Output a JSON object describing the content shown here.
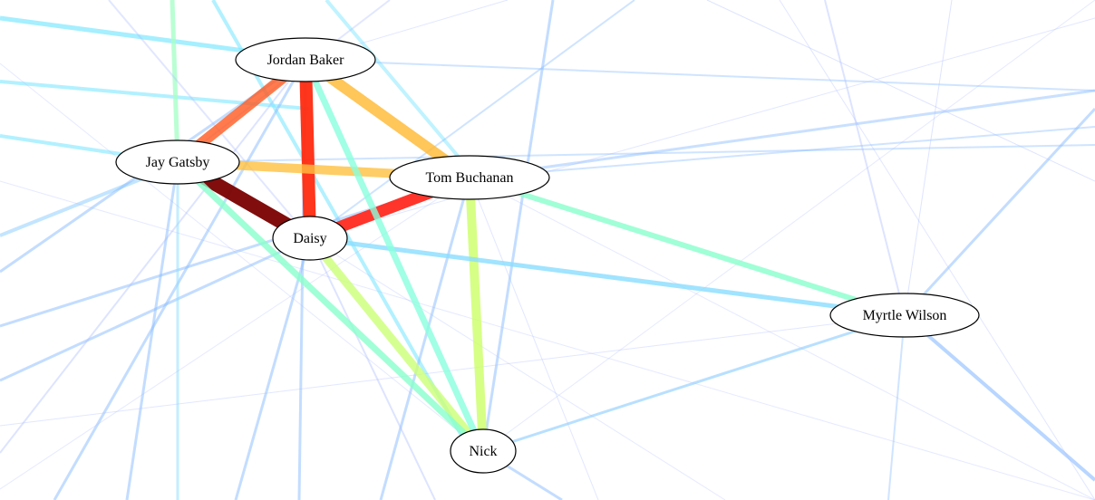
{
  "graph": {
    "nodes": [
      {
        "id": "jordan",
        "label": "Jordan Baker"
      },
      {
        "id": "gatsby",
        "label": "Jay Gatsby"
      },
      {
        "id": "tom",
        "label": "Tom Buchanan"
      },
      {
        "id": "daisy",
        "label": "Daisy"
      },
      {
        "id": "myrtle",
        "label": "Myrtle Wilson"
      },
      {
        "id": "nick",
        "label": "Nick"
      }
    ],
    "edges": [
      {
        "from": "gatsby",
        "to": "daisy",
        "color": "#7a0000"
      },
      {
        "from": "jordan",
        "to": "daisy",
        "color": "#ff2a10"
      },
      {
        "from": "tom",
        "to": "daisy",
        "color": "#ff2a20"
      },
      {
        "from": "jordan",
        "to": "gatsby",
        "color": "#ff5a20"
      },
      {
        "from": "jordan",
        "to": "tom",
        "color": "#ffb830"
      },
      {
        "from": "gatsby",
        "to": "tom",
        "color": "#ffc040"
      },
      {
        "from": "tom",
        "to": "nick",
        "color": "#ccff66"
      },
      {
        "from": "daisy",
        "to": "nick",
        "color": "#ccff77"
      },
      {
        "from": "gatsby",
        "to": "nick",
        "color": "#88ffcc"
      },
      {
        "from": "tom",
        "to": "myrtle",
        "color": "#88ffcc"
      },
      {
        "from": "daisy",
        "to": "myrtle",
        "color": "#88ddff"
      },
      {
        "from": "jordan",
        "to": "nick",
        "color": "#88ffdd"
      }
    ]
  }
}
